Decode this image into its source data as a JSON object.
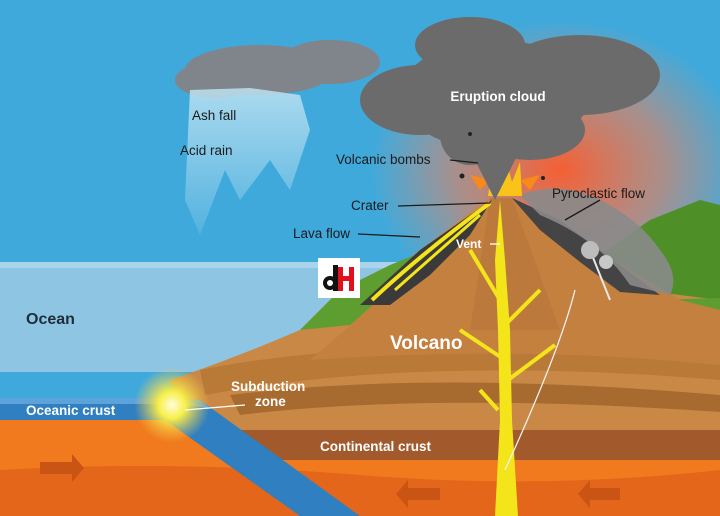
{
  "labels": {
    "eruption_cloud": "Eruption cloud",
    "ash_fall": "Ash fall",
    "acid_rain": "Acid rain",
    "volcanic_bombs": "Volcanic bombs",
    "pyroclastic_flow": "Pyroclastic flow",
    "crater": "Crater",
    "lava_flow": "Lava flow",
    "vent": "Vent",
    "ocean": "Ocean",
    "volcano": "Volcano",
    "subduction_zone_line1": "Subduction",
    "subduction_zone_line2": "zone",
    "oceanic_crust": "Oceanic crust",
    "continental_crust": "Continental crust"
  },
  "watermark": {
    "text": "dH",
    "colors": {
      "background": "#ffffff",
      "d": "#111111",
      "h": "#e3101c"
    }
  },
  "colors": {
    "sky": "#3fa9dc",
    "ocean": "#8ec5e3",
    "cloud": "#6b6b6b",
    "mantle": "#f07a1d",
    "oceanic_crust": "#2f7fc1",
    "continental_crust": "#b06a35",
    "magma": "#f4e41a",
    "vegetation": "#5e9d2f",
    "lava": "#3a3a3a"
  }
}
